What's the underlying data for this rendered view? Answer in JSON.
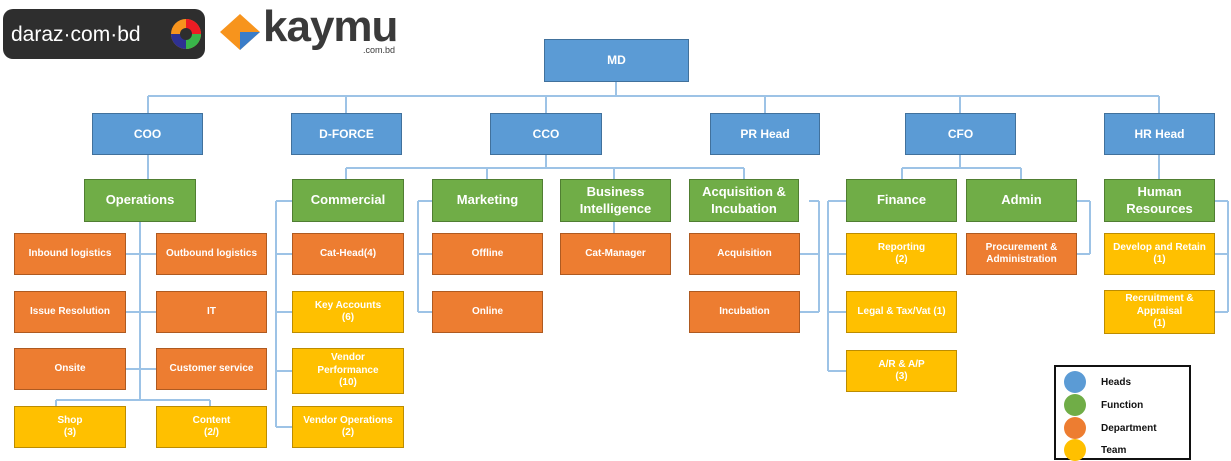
{
  "logos": {
    "daraz": "daraz·com·bd",
    "kaymu": "kaymu",
    "kaymu_sub": ".com.bd"
  },
  "heads": {
    "md": "MD",
    "coo": "COO",
    "dforce": "D-FORCE",
    "cco": "CCO",
    "pr_head": "PR Head",
    "cfo": "CFO",
    "hr_head": "HR Head"
  },
  "functions": {
    "operations": "Operations",
    "commercial": "Commercial",
    "marketing": "Marketing",
    "business_intelligence": [
      "Business",
      "Intelligence"
    ],
    "acquisition_incubation": [
      "Acquisition &",
      "Incubation"
    ],
    "finance": "Finance",
    "admin": "Admin",
    "human_resources": [
      "Human",
      "Resources"
    ]
  },
  "departments": {
    "inbound_logistics": "Inbound logistics",
    "outbound_logistics": "Outbound logistics",
    "issue_resolution": "Issue Resolution",
    "it": "IT",
    "onsite": "Onsite",
    "customer_service": "Customer service",
    "cat_head": "Cat-Head(4)",
    "offline": "Offline",
    "online": "Online",
    "cat_manager": "Cat-Manager",
    "acquisition": "Acquisition",
    "incubation": "Incubation",
    "procurement": [
      "Procurement &",
      "Administration"
    ]
  },
  "teams": {
    "shop": [
      "Shop",
      "(3)"
    ],
    "content": [
      "Content",
      "(2/)"
    ],
    "key_accounts": [
      "Key Accounts",
      "(6)"
    ],
    "vendor_performance": [
      "Vendor",
      "Performance",
      "(10)"
    ],
    "vendor_operations": [
      "Vendor Operations",
      "(2)"
    ],
    "reporting": [
      "Reporting",
      "(2)"
    ],
    "legal_tax": "Legal & Tax/Vat (1)",
    "ab_ap": [
      "A/R & A/P",
      "(3)"
    ],
    "develop_retain": [
      "Develop and Retain",
      "(1)"
    ],
    "recruitment": [
      "Recruitment &",
      "Appraisal",
      "(1)"
    ]
  },
  "legend": {
    "heads": "Heads",
    "function": "Function",
    "department": "Department",
    "team": "Team"
  },
  "colors": {
    "heads": "#5b9bd5",
    "function": "#70ad47",
    "department": "#ed7d31",
    "team": "#ffc000",
    "connector": "#9dc3e6"
  }
}
